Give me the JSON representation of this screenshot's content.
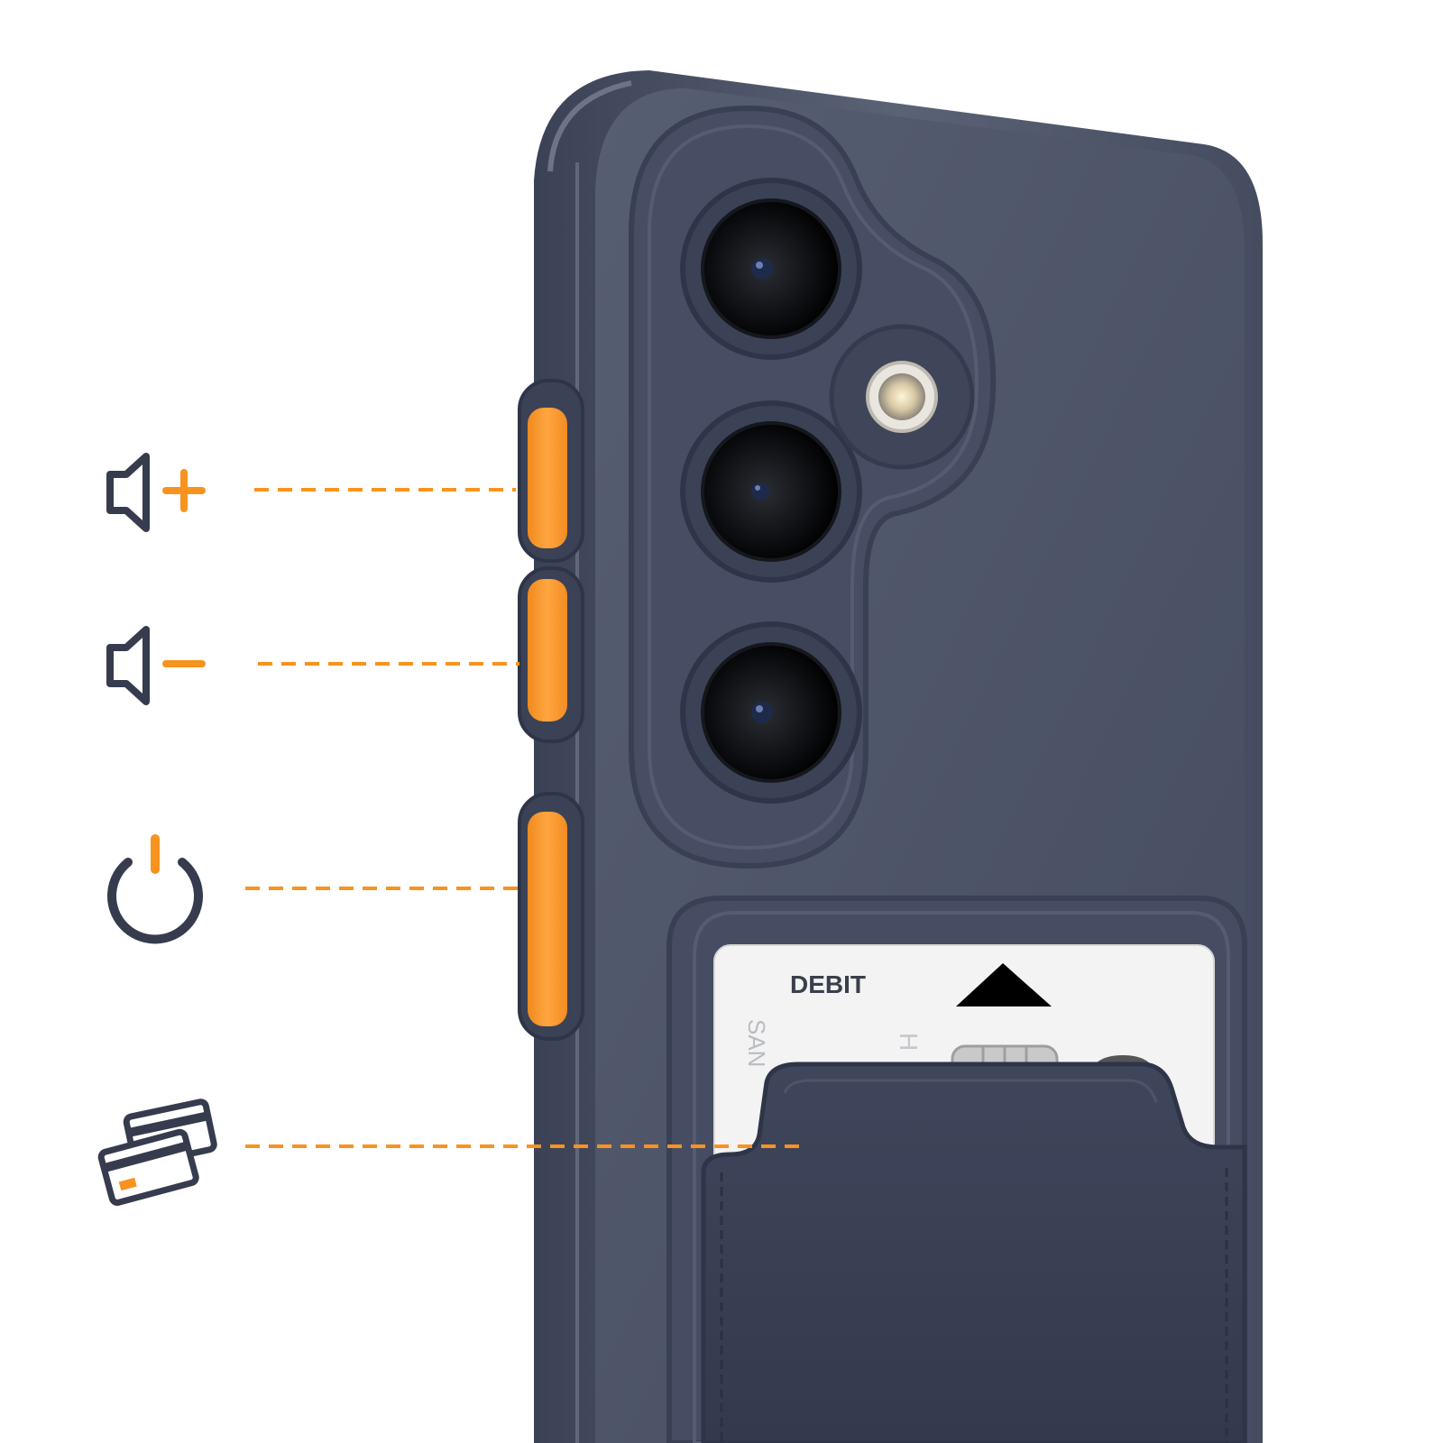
{
  "colors": {
    "accent": "#F7931E",
    "icon_dark": "#363C4E",
    "case_navy": "#4A5266",
    "case_navy_dark": "#383E52",
    "button_orange": "#FF9A2E",
    "card_white": "#F2F2F2",
    "background": "#FFFFFF"
  },
  "features": [
    {
      "icon": "volume-up-icon"
    },
    {
      "icon": "volume-down-icon"
    },
    {
      "icon": "power-icon"
    },
    {
      "icon": "card-slot-icon"
    }
  ],
  "card": {
    "label": "DEBIT",
    "partial_text_1": "SAN",
    "partial_text_2": "H"
  }
}
